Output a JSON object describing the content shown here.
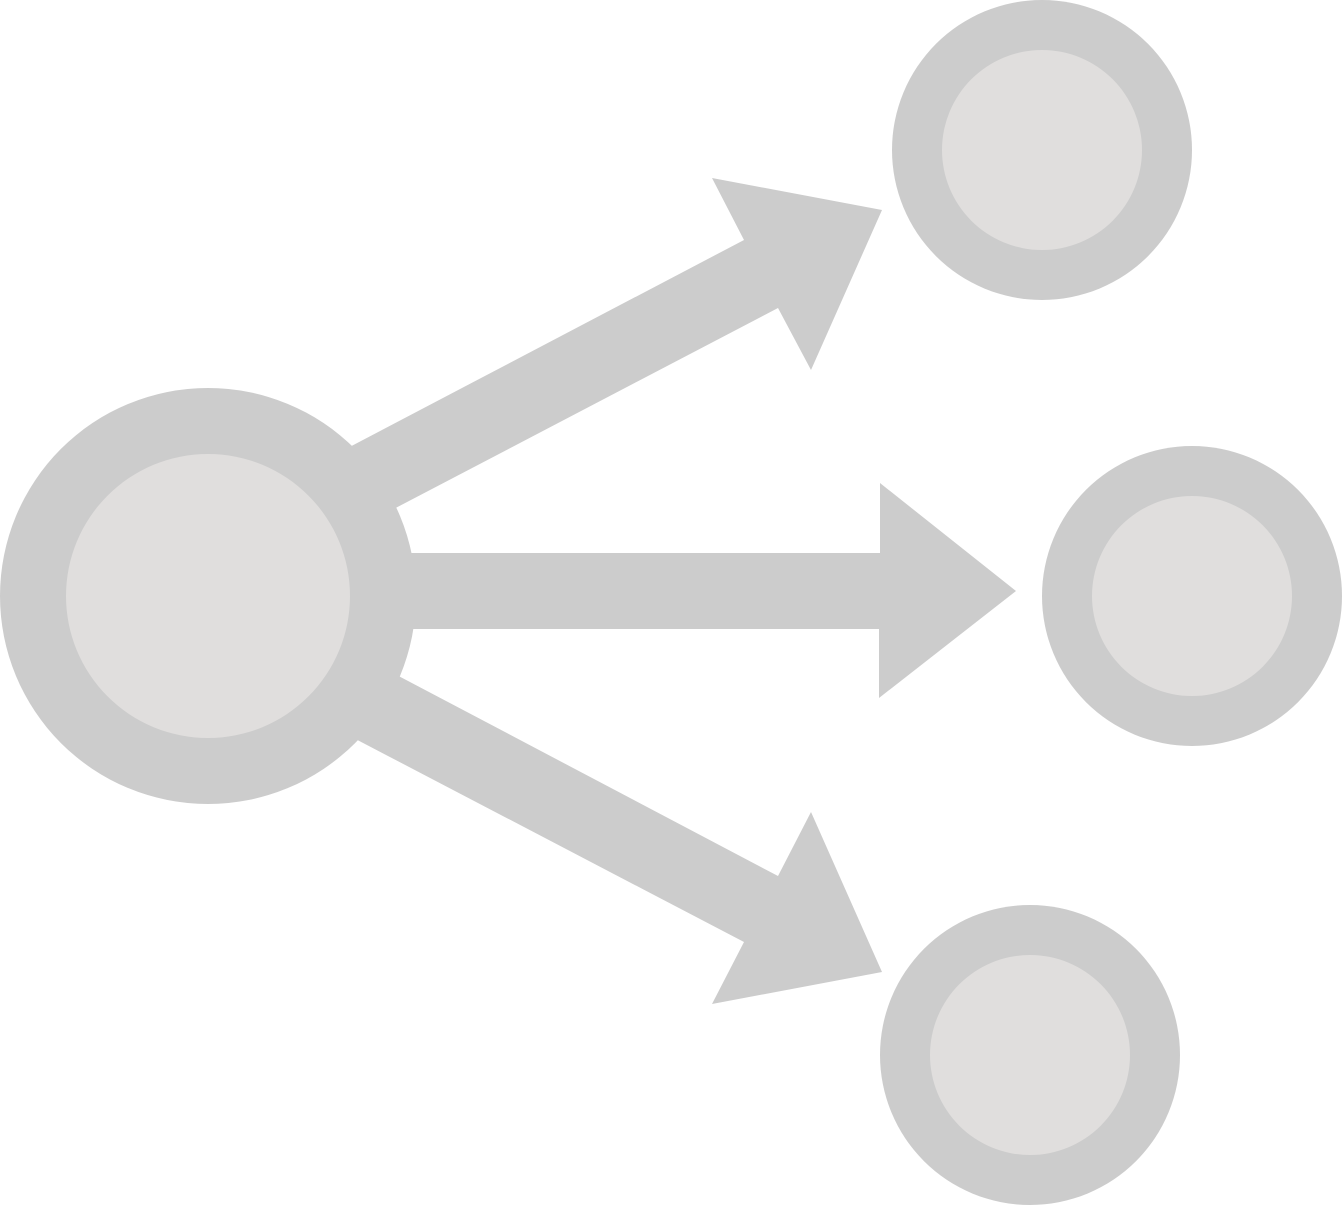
{
  "diagram": {
    "type": "one-to-many distribution icon",
    "source_node": "hub",
    "target_nodes": [
      "top",
      "middle",
      "bottom"
    ],
    "edges": [
      {
        "from": "hub",
        "to": "top"
      },
      {
        "from": "hub",
        "to": "middle"
      },
      {
        "from": "hub",
        "to": "bottom"
      }
    ],
    "colors": {
      "stroke": "#cccccc",
      "node_fill": "#e0dedd",
      "background": "#ffffff"
    }
  }
}
